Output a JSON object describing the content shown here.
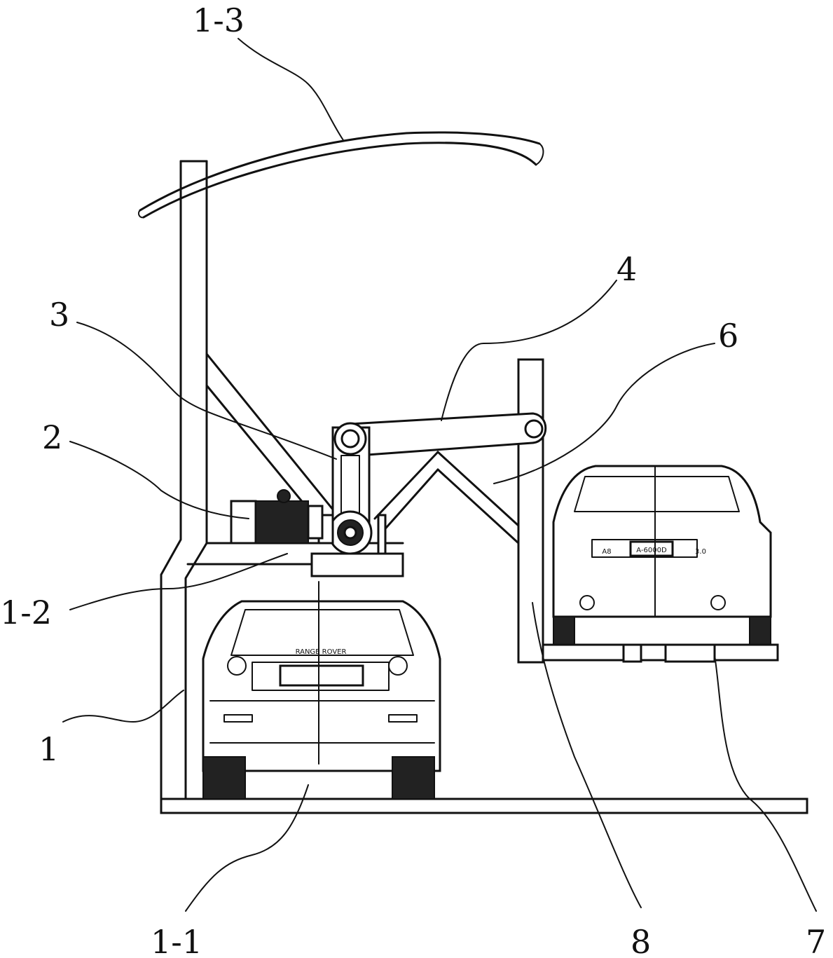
{
  "labels": {
    "l1_3": "1-3",
    "l4": "4",
    "l3": "3",
    "l6": "6",
    "l2": "2",
    "l1_2": "1-2",
    "l1": "1",
    "l1_1": "1-1",
    "l8": "8",
    "l7": "7"
  },
  "badges": {
    "left_car_brand": "RANGE ROVER",
    "right_car_model": "A8",
    "right_car_plate": "A-6000D",
    "right_car_badge": "3.0"
  }
}
